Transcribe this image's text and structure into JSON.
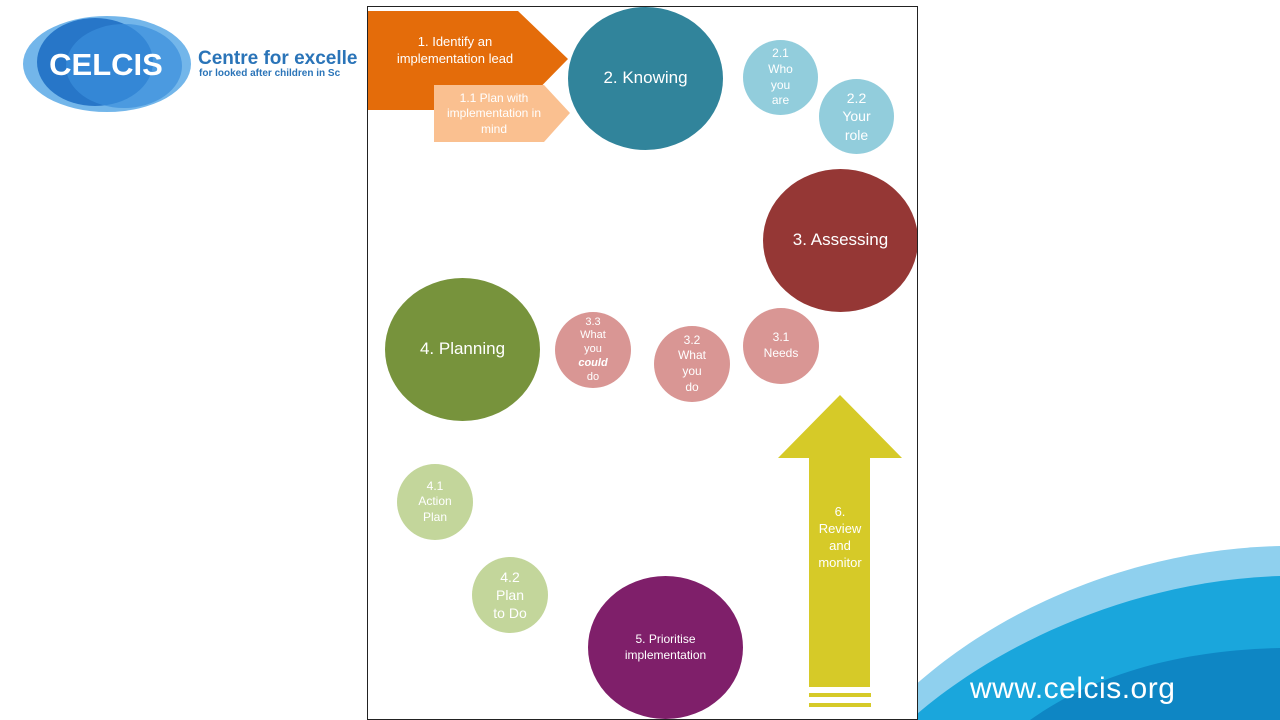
{
  "logo": {
    "wordmark": "CELCIS",
    "title": "Centre for excelle",
    "subtitle": "for looked after children in Sc"
  },
  "footer": {
    "url": "www.celcis.org"
  },
  "colors": {
    "orange": "#e46c0a",
    "peach": "#fac090",
    "teal": "#31849b",
    "light_blue": "#92cddc",
    "maroon": "#953735",
    "rose": "#d99694",
    "olive": "#77933c",
    "sage": "#c3d69b",
    "purple": "#7f1f6a",
    "yellow": "#d6ca28",
    "celcis_blue": "#2a74b8",
    "wave_blue": "#1aa6dc"
  },
  "steps": {
    "s1": "1. Identify an implementation lead",
    "s1_1": "1.1 Plan with implementation in mind",
    "s2": "2. Knowing",
    "s2_1": [
      "2.1",
      "Who",
      "you",
      "are"
    ],
    "s2_2": [
      "2.2",
      "Your",
      "role"
    ],
    "s3": "3. Assessing",
    "s3_1": [
      "3.1",
      "Needs"
    ],
    "s3_2": [
      "3.2",
      "What",
      "you",
      "do"
    ],
    "s3_3": [
      "3.3",
      "What",
      "you",
      "could",
      "do"
    ],
    "s4": "4. Planning",
    "s4_1": [
      "4.1",
      "Action",
      "Plan"
    ],
    "s4_2": [
      "4.2",
      "Plan",
      "to Do"
    ],
    "s5": [
      "5. Prioritise",
      "implementation"
    ],
    "s6": [
      "6.",
      "Review",
      "and",
      "monitor"
    ]
  }
}
